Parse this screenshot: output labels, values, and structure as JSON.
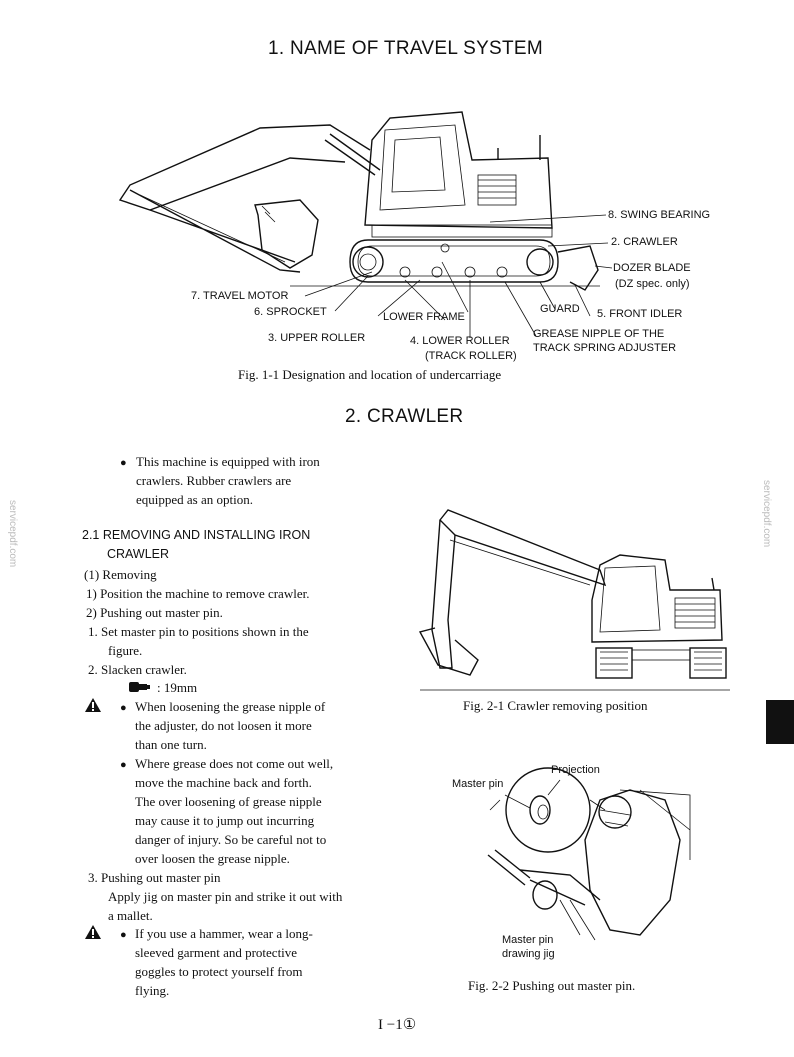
{
  "section1": {
    "heading": "1.   NAME OF TRAVEL SYSTEM",
    "callouts": {
      "swing_bearing": "8. SWING BEARING",
      "crawler": "2. CRAWLER",
      "dozer_blade": "DOZER BLADE",
      "dz_spec": "(DZ spec. only)",
      "travel_motor": "7. TRAVEL MOTOR",
      "sprocket": "6. SPROCKET",
      "guard": "GUARD",
      "front_idler": "5. FRONT IDLER",
      "lower_frame": "LOWER FRAME",
      "upper_roller": "3. UPPER ROLLER",
      "lower_roller": "4. LOWER ROLLER",
      "track_roller": "(TRACK ROLLER)",
      "grease_nipple_1": "GREASE NIPPLE OF THE",
      "grease_nipple_2": "TRACK SPRING ADJUSTER"
    },
    "figure_caption": "Fig. 1-1   Designation and location of undercarriage"
  },
  "section2": {
    "heading": "2.   CRAWLER",
    "intro_lines": [
      "This machine is equipped with iron",
      "crawlers.   Rubber   crawlers   are",
      "equipped as an option."
    ],
    "sub_heading_line1": "2.1 REMOVING   AND   INSTALLING   IRON",
    "sub_heading_line2": "CRAWLER",
    "step_removing": "(1)  Removing",
    "step_1": "1)  Position the machine to remove crawler.",
    "step_2": "2)  Pushing out master pin.",
    "item_1_line1": "1.  Set master pin to positions shown in the",
    "item_1_line2": "figure.",
    "item_2": "2.  Slacken crawler.",
    "wrench_size": ": 19mm",
    "warn1_lines": [
      "When loosening the grease nipple of",
      "the adjuster, do not loosen it more",
      "than one turn."
    ],
    "warn2_lines": [
      "Where grease does not come out well,",
      "move the machine back and forth.",
      "The over loosening of grease nipple",
      "may cause it to jump out incurring",
      "danger of injury. So be careful not to",
      "over loosen the grease nipple."
    ],
    "item_3": "3.  Pushing out master pin",
    "item_3_line2": "Apply jig on master pin and strike it out with",
    "item_3_line3": "a mallet.",
    "warn3_lines": [
      "If you use a hammer, wear a long-",
      "sleeved    garment    and    protective",
      "goggles  to  protect  yourself  from",
      "flying."
    ],
    "fig21_caption": "Fig. 2-1   Crawler removing position",
    "fig22_labels": {
      "projection": "Projection",
      "master_pin": "Master pin",
      "jig_1": "Master pin",
      "jig_2": "drawing jig"
    },
    "fig22_caption": "Fig. 2-2   Pushing out master pin."
  },
  "watermark": "servicepdf.com",
  "page_number": "I −1①"
}
